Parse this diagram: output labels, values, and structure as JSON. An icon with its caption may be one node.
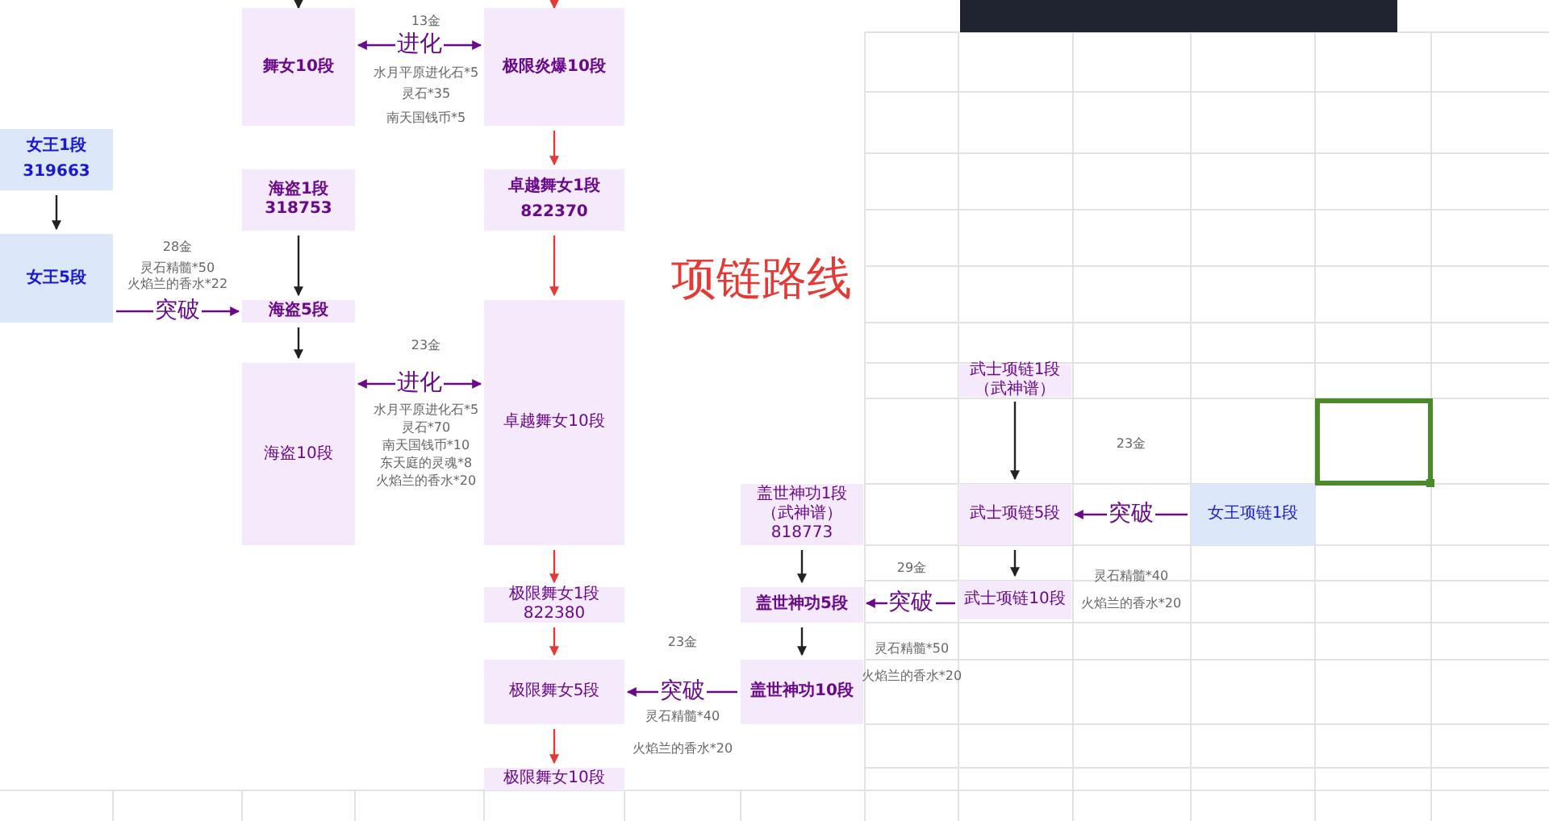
{
  "diagram": {
    "nodes": [
      {
        "text": [
          "舞女10段"
        ]
      },
      {
        "text": [
          "极限炎爆10段"
        ]
      },
      {
        "text": [
          "女王1段",
          "319663"
        ]
      },
      {
        "text": [
          "海盗1段 318753"
        ]
      },
      {
        "text": [
          "卓越舞女1段",
          "822370"
        ]
      },
      {
        "text": [
          "女王5段"
        ]
      },
      {
        "text": [
          "海盗5段"
        ]
      },
      {
        "text": [
          "卓越舞女10段"
        ]
      },
      {
        "text": [
          "海盗10段"
        ]
      },
      {
        "text": [
          "武士项链1段（武神谱）"
        ]
      },
      {
        "text": [
          "盖世神功1段（武神谱） 818773"
        ]
      },
      {
        "text": [
          "武士项链5段"
        ]
      },
      {
        "text": [
          "女王项链1段"
        ]
      },
      {
        "text": [
          "极限舞女1段 822380"
        ]
      },
      {
        "text": [
          "盖世神功5段"
        ]
      },
      {
        "text": [
          "武士项链10段"
        ]
      },
      {
        "text": [
          "极限舞女5段"
        ]
      },
      {
        "text": [
          "盖世神功10段"
        ]
      },
      {
        "text": [
          "极限舞女10段"
        ]
      }
    ],
    "edges": [
      {
        "from": null,
        "to": 0,
        "arrow": "to"
      },
      {
        "from": null,
        "to": 1,
        "arrow": "to",
        "color": "#e53935"
      },
      {
        "from": 0,
        "to": 1,
        "arrow": "both",
        "label": "进化",
        "color": "#6a0a8a"
      },
      {
        "from": 2,
        "to": 5,
        "arrow": "to"
      },
      {
        "from": 1,
        "to": 4,
        "arrow": "to",
        "color": "#e53935"
      },
      {
        "from": 3,
        "to": 6,
        "arrow": "to"
      },
      {
        "from": 5,
        "to": 6,
        "arrow": "to",
        "label": "突破",
        "color": "#6a0a8a"
      },
      {
        "from": 4,
        "to": 7,
        "arrow": "to",
        "color": "#e53935"
      },
      {
        "from": 6,
        "to": 8,
        "arrow": "to"
      },
      {
        "from": 8,
        "to": 7,
        "arrow": "both",
        "label": "进化",
        "color": "#6a0a8a"
      },
      {
        "from": 9,
        "to": 11,
        "arrow": "to"
      },
      {
        "from": 12,
        "to": 11,
        "arrow": "to",
        "label": "突破",
        "color": "#6a0a8a"
      },
      {
        "from": 7,
        "to": 13,
        "arrow": "to",
        "color": "#e53935"
      },
      {
        "from": 10,
        "to": 14,
        "arrow": "to"
      },
      {
        "from": 11,
        "to": 15,
        "arrow": "to"
      },
      {
        "from": 15,
        "to": 14,
        "arrow": "to",
        "label": "突破",
        "color": "#6a0a8a"
      },
      {
        "from": 13,
        "to": 16,
        "arrow": "to",
        "color": "#e53935"
      },
      {
        "from": 14,
        "to": 17,
        "arrow": "to"
      },
      {
        "from": 17,
        "to": 16,
        "arrow": "to",
        "label": "突破",
        "color": "#6a0a8a"
      },
      {
        "from": 16,
        "to": 18,
        "arrow": "to",
        "color": "#e53935"
      }
    ],
    "labels": [
      "13金",
      "水月平原进化石*5",
      "灵石*35",
      "南天国钱币*5",
      "28金",
      "灵石精髓*50",
      "火焰兰的香水*22",
      "项链路线",
      "23金",
      "水月平原进化石*5",
      "灵石*70",
      "南天国钱币*10",
      "东天庭的灵魂*8",
      "火焰兰的香水*20",
      "23金",
      "29金",
      "灵石精髓*40",
      "火焰兰的香水*20",
      "23金",
      "灵石精髓*50",
      "火焰兰的香水*20",
      "灵石精髓*40",
      "火焰兰的香水*20"
    ]
  }
}
